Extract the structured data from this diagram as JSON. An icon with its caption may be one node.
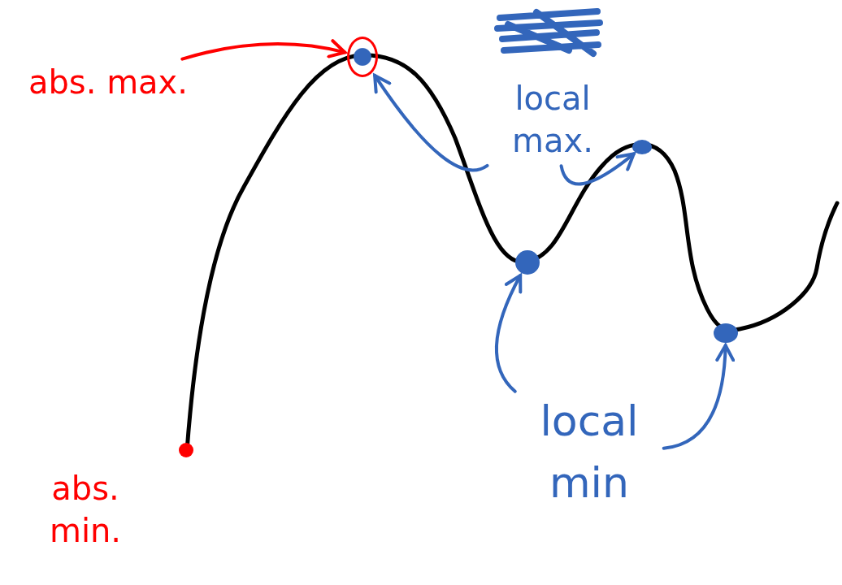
{
  "diagram": {
    "nodes": [
      {
        "text": [
          "abs. max."
        ]
      },
      {
        "text": [],
        "shape": "circle"
      },
      {
        "text": [
          "local max."
        ]
      },
      {
        "text": [],
        "shape": "circle"
      },
      {
        "text": [],
        "shape": "circle"
      },
      {
        "text": [],
        "shape": "circle"
      },
      {
        "text": [
          "local min"
        ]
      }
    ],
    "edges": [
      {
        "from": 0,
        "to": 1,
        "arrow": "to",
        "color": "#ff0000"
      },
      {
        "from": 2,
        "to": 1,
        "arrow": "to"
      },
      {
        "from": 2,
        "to": 3,
        "arrow": "to"
      },
      {
        "from": 6,
        "to": 4,
        "arrow": "to"
      },
      {
        "from": 6,
        "to": 5,
        "arrow": "to"
      }
    ],
    "labels": [
      "abs. min."
    ]
  }
}
